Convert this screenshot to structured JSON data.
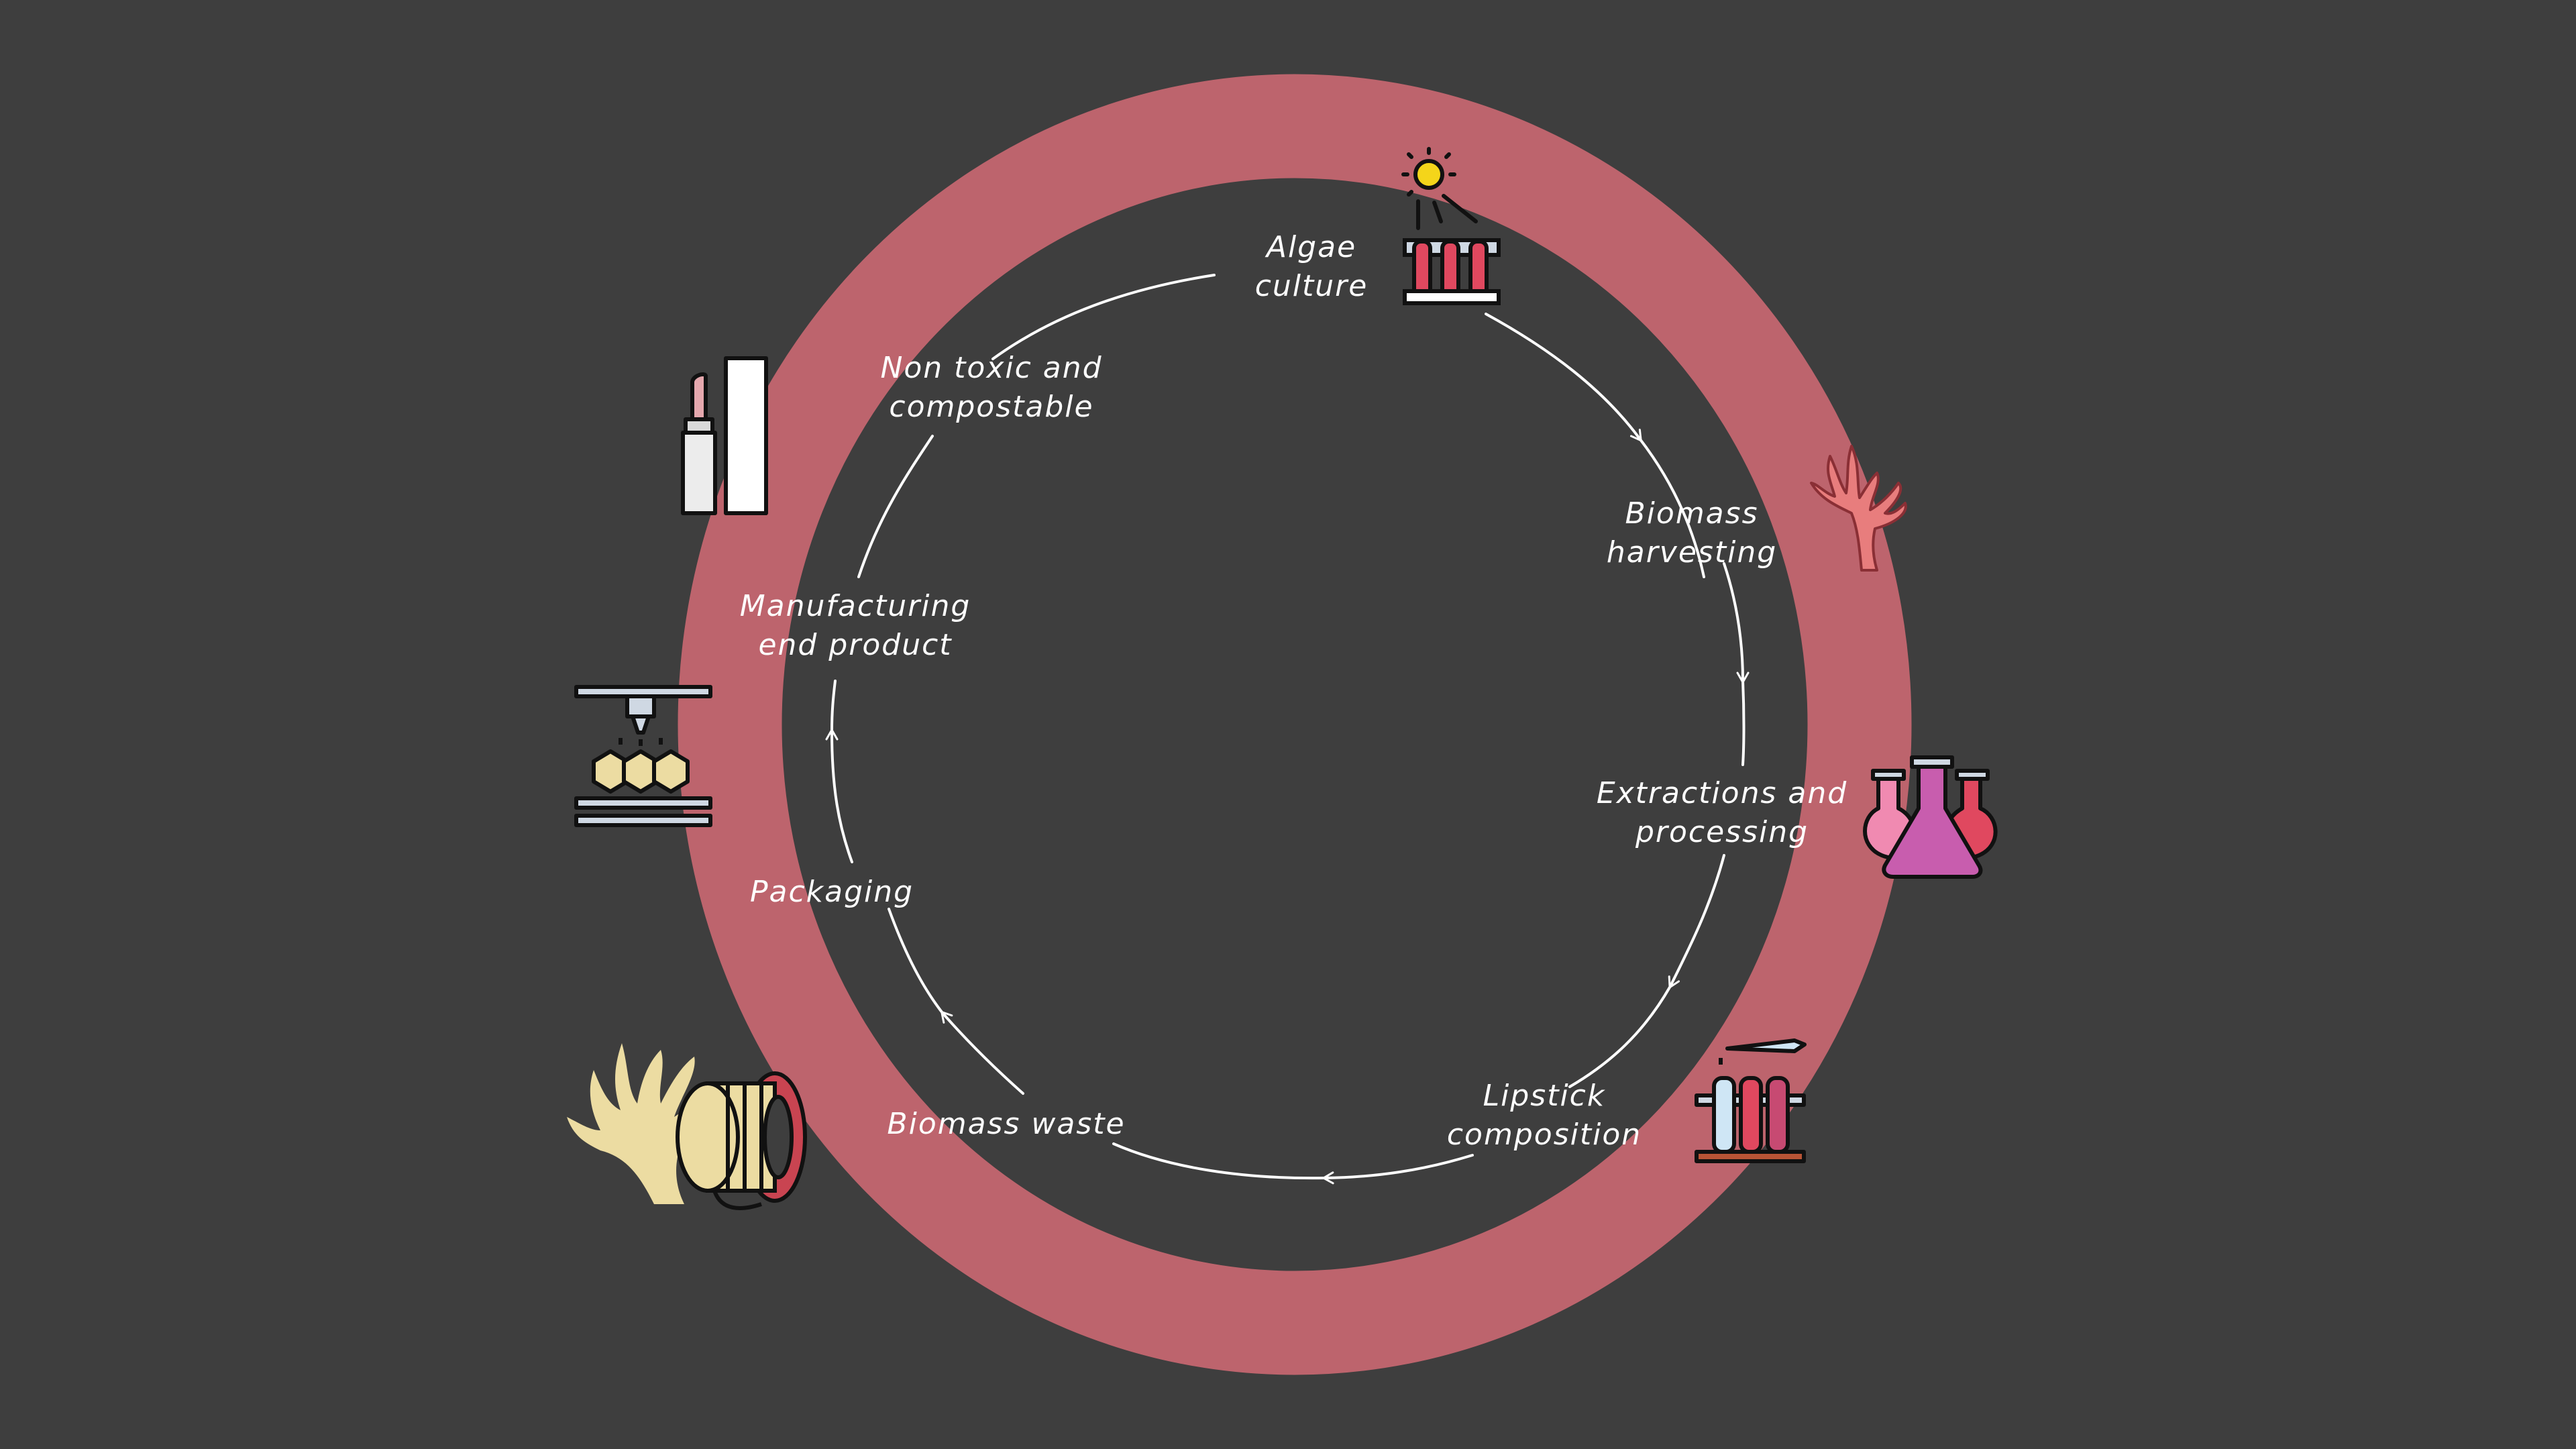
{
  "diagram": {
    "colors": {
      "background": "#3e3e3e",
      "ring": "#bd646d",
      "arrow": "#ffffff",
      "label": "#ffffff"
    },
    "steps": [
      {
        "id": "algae-culture",
        "lines": [
          "Algae",
          "culture"
        ],
        "icon": "sun-test-tubes-icon"
      },
      {
        "id": "biomass-harvesting",
        "lines": [
          "Biomass",
          "harvesting"
        ],
        "icon": "coral-icon"
      },
      {
        "id": "extractions-processing",
        "lines": [
          "Extractions and",
          "processing"
        ],
        "icon": "flasks-icon"
      },
      {
        "id": "lipstick-composition",
        "lines": [
          "Lipstick",
          "composition"
        ],
        "icon": "pipette-test-tubes-icon"
      },
      {
        "id": "biomass-waste",
        "lines": [
          "Biomass waste"
        ],
        "icon": "seaweed-filament-spool-icon"
      },
      {
        "id": "packaging",
        "lines": [
          "Packaging"
        ],
        "icon": "3d-printer-icon"
      },
      {
        "id": "manufacturing-end-product",
        "lines": [
          "Manufacturing",
          "end product"
        ],
        "icon": "none"
      },
      {
        "id": "non-toxic-compostable",
        "lines": [
          "Non toxic and",
          "compostable"
        ],
        "icon": "lipstick-icon"
      }
    ]
  }
}
